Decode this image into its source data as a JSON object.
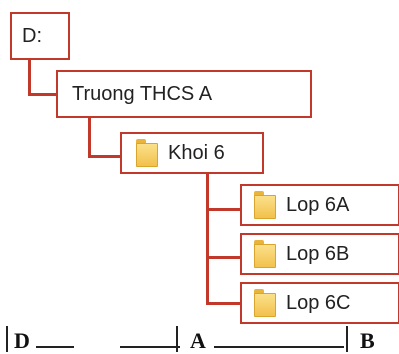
{
  "tree": {
    "root": {
      "label": "D:"
    },
    "school": {
      "label": "Truong THCS A"
    },
    "grade": {
      "label": "Khoi 6",
      "icon": "folder-icon"
    },
    "classes": [
      {
        "label": "Lop 6A",
        "icon": "folder-icon"
      },
      {
        "label": "Lop 6B",
        "icon": "folder-icon"
      },
      {
        "label": "Lop 6C",
        "icon": "folder-icon"
      }
    ]
  },
  "bottom_fragment": {
    "letters": [
      "D",
      "A",
      "B"
    ]
  },
  "colors": {
    "border": "#c0392b",
    "folder": "#f2c14c",
    "text": "#222222"
  }
}
